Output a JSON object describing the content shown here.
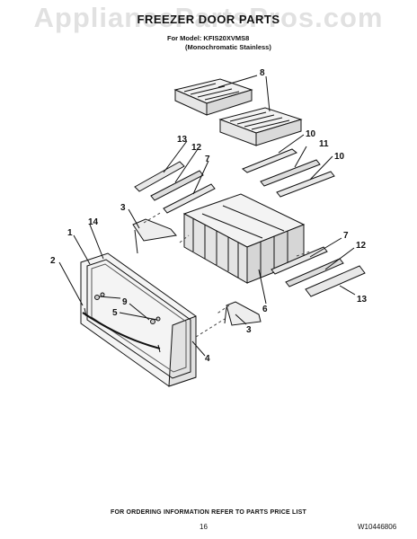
{
  "watermark": "AppliancePartsPros.com",
  "header": {
    "title": "FREEZER DOOR PARTS",
    "model_line": "For Model: KFIS20XVMS8",
    "finish_line": "(Monochromatic Stainless)"
  },
  "callouts": [
    "1",
    "2",
    "3",
    "3",
    "4",
    "5",
    "6",
    "7",
    "7",
    "8",
    "9",
    "10",
    "10",
    "11",
    "12",
    "12",
    "13",
    "13",
    "14"
  ],
  "footer": {
    "ordering_note": "FOR ORDERING INFORMATION REFER TO PARTS PRICE LIST",
    "page_number": "16",
    "document_number": "W10446806"
  }
}
